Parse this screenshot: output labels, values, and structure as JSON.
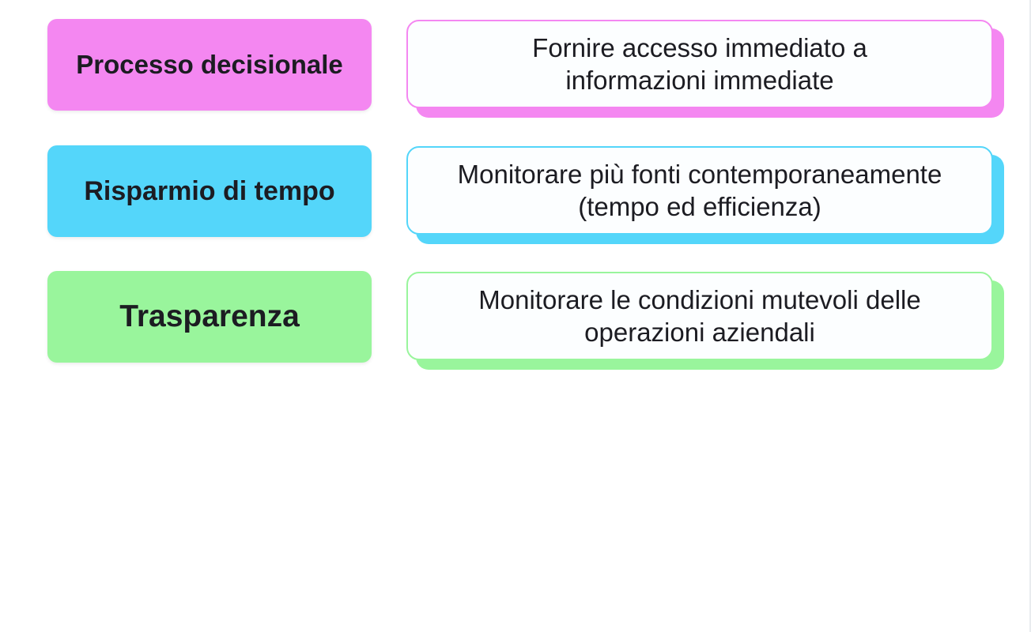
{
  "colors": {
    "pink": "#f487f1",
    "blue": "#54d6fa",
    "green": "#99f59c",
    "text": "#1c1c22",
    "card_background": "#fcfeff"
  },
  "rows": [
    {
      "label": "Processo decisionale",
      "description_line1": "Fornire accesso immediato a",
      "description_line2": "informazioni immediate",
      "color": "#f487f1"
    },
    {
      "label": "Risparmio di tempo",
      "description_line1": "Monitorare più fonti contemporaneamente",
      "description_line2": "(tempo ed efficienza)",
      "color": "#54d6fa"
    },
    {
      "label": "Trasparenza",
      "description_line1": "Monitorare le condizioni mutevoli delle",
      "description_line2": "operazioni aziendali",
      "color": "#99f59c"
    }
  ]
}
